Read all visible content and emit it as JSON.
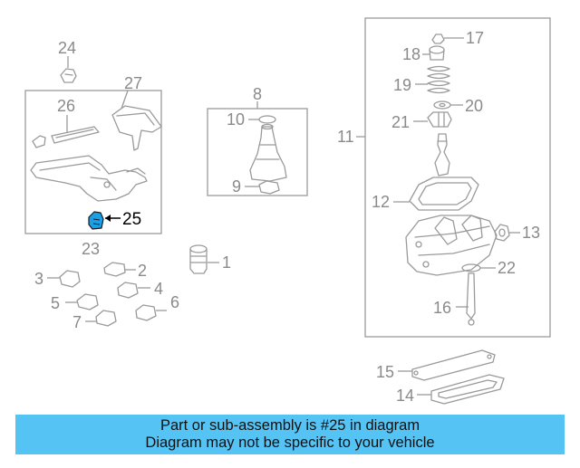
{
  "colors": {
    "banner": "#55c4f5",
    "highlight_part": "#1aa0e6",
    "line": "#9a9a9a"
  },
  "callouts": {
    "c1": "1",
    "c2": "2",
    "c3": "3",
    "c4": "4",
    "c5": "5",
    "c6": "6",
    "c7": "7",
    "c8": "8",
    "c9": "9",
    "c10": "10",
    "c11": "11",
    "c12": "12",
    "c13": "13",
    "c14": "14",
    "c15": "15",
    "c16": "16",
    "c17": "17",
    "c18": "18",
    "c19": "19",
    "c20": "20",
    "c21": "21",
    "c22": "22",
    "c23": "23",
    "c24": "24",
    "c25": "25",
    "c26": "26",
    "c27": "27"
  },
  "banner": {
    "line1": "Part or sub-assembly is #25 in diagram",
    "line2": "Diagram may not be specific to your vehicle"
  }
}
